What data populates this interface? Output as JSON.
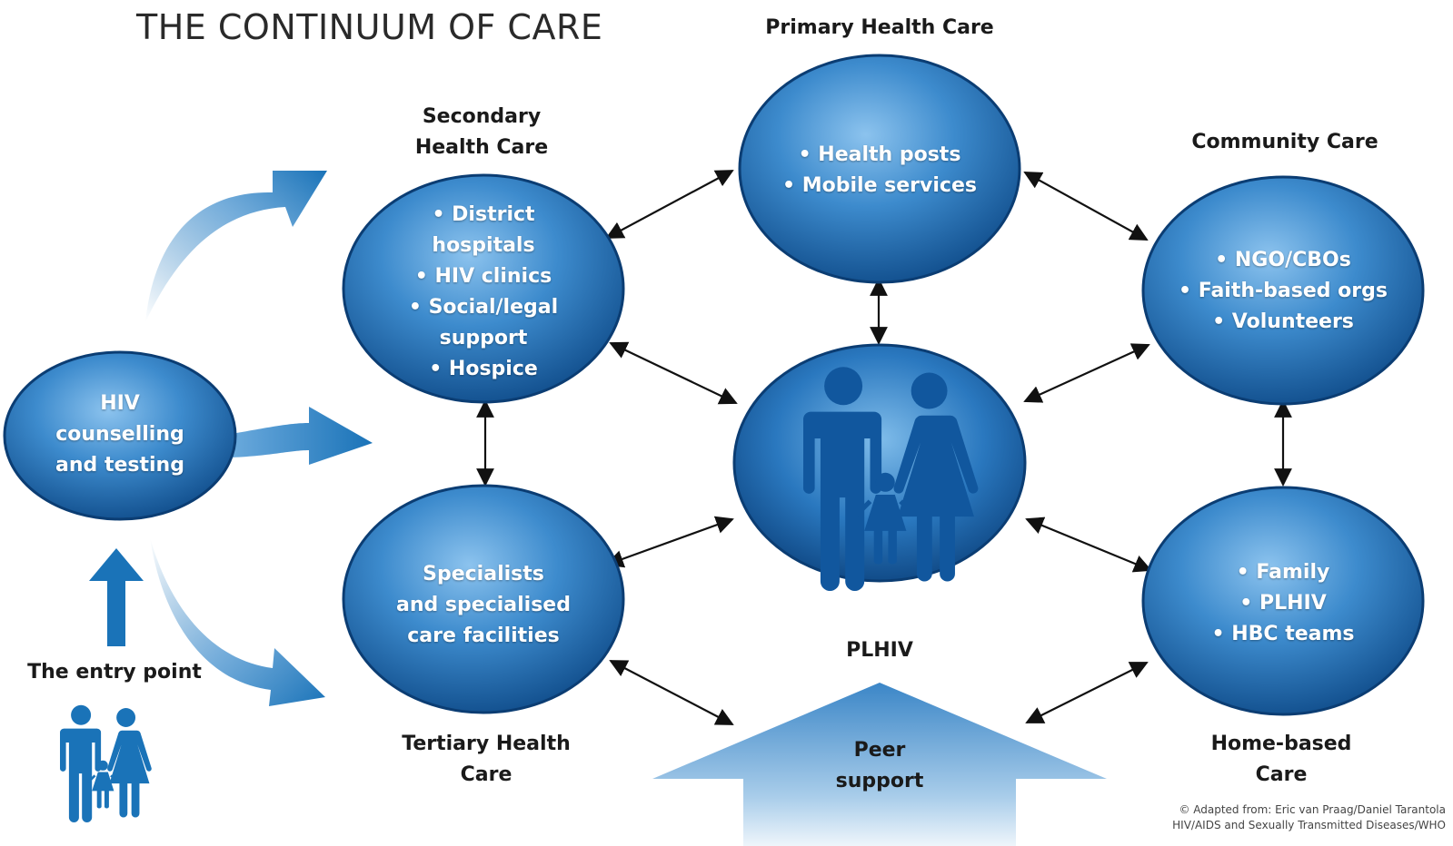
{
  "title": "THE CONTINUUM OF CARE",
  "nodes": {
    "hct": {
      "lines": [
        "HIV",
        "counselling",
        "and testing"
      ]
    },
    "secondary": {
      "label": "Secondary Health Care",
      "label_lines": [
        "Secondary",
        "Health Care"
      ],
      "lines": [
        "• District",
        "hospitals",
        "• HIV clinics",
        "• Social/legal",
        "support",
        "• Hospice"
      ]
    },
    "primary": {
      "label": "Primary Health Care",
      "lines": [
        "• Health posts",
        "• Mobile services"
      ]
    },
    "community": {
      "label": "Community Care",
      "lines": [
        "• NGO/CBOs",
        "• Faith-based orgs",
        "• Volunteers"
      ]
    },
    "tertiary": {
      "label_lines": [
        "Tertiary Health",
        "Care"
      ],
      "lines": [
        "Specialists",
        "and specialised",
        "care facilities"
      ]
    },
    "home": {
      "label_lines": [
        "Home-based",
        "Care"
      ],
      "lines": [
        "• Family",
        "• PLHIV",
        "• HBC teams"
      ]
    },
    "center": {
      "label": "PLHIV",
      "icon": "family-icon"
    }
  },
  "entry_point": {
    "label": "The entry point",
    "icon": "family-icon"
  },
  "peer_support": {
    "lines": [
      "Peer",
      "support"
    ]
  },
  "credit": {
    "lines": [
      "© Adapted from: Eric van Praag/Daniel Tarantola",
      "HIV/AIDS and Sexually Transmitted Diseases/WHO"
    ]
  },
  "colors": {
    "node_dark": "#0f4f8f",
    "node_mid": "#2d7fc4",
    "node_light": "#7fb8e6",
    "arrow_blue": "#1a73b8",
    "peer_arrow": "#5b9fd6"
  }
}
